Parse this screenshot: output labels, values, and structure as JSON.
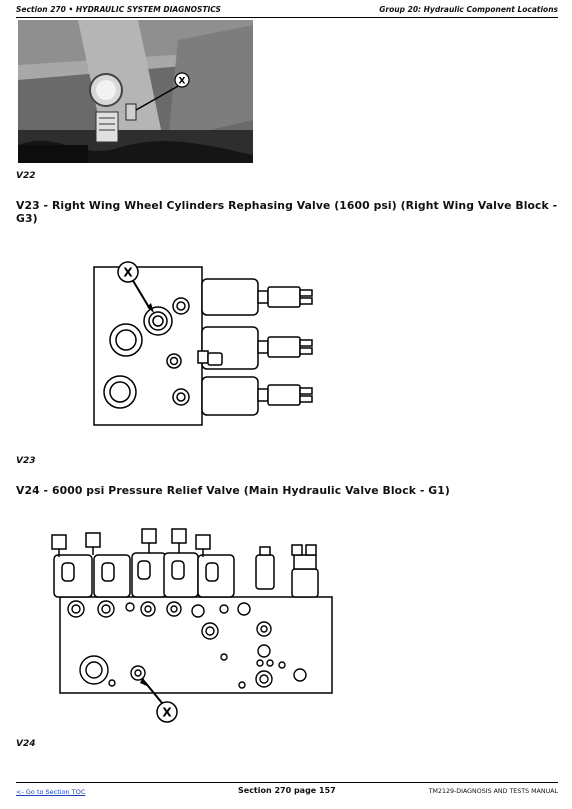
{
  "header": {
    "left": "Section 270 • HYDRAULIC SYSTEM DIAGNOSTICS",
    "right": "Group 20: Hydraulic Component Locations"
  },
  "figures": {
    "v22": {
      "caption": "V22",
      "callout": "X"
    },
    "v23": {
      "title": "V23 - Right Wing Wheel Cylinders Rephasing Valve (1600 psi) (Right Wing Valve Block - G3)",
      "caption": "V23",
      "callout": "X"
    },
    "v24": {
      "title": "V24 - 6000 psi Pressure Relief Valve (Main Hydraulic Valve Block - G1)",
      "caption": "V24",
      "callout": "X"
    }
  },
  "footer": {
    "toc_link": "<- Go to Section TOC",
    "page": "Section 270 page 157",
    "manual": "TM2129-DIAGNOSIS AND TESTS MANUAL"
  }
}
